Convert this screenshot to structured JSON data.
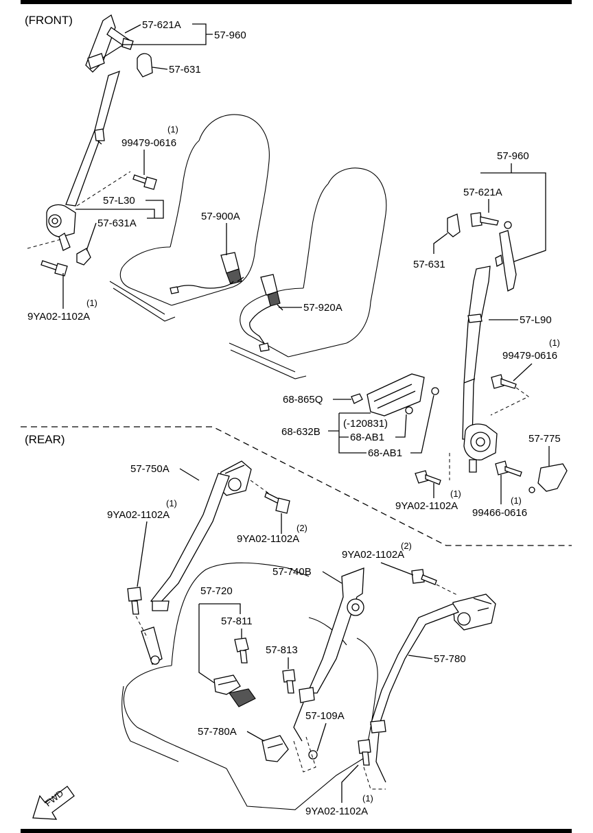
{
  "sections": {
    "front": "(FRONT)",
    "rear": "(REAR)"
  },
  "labels": {
    "f_621a_top": "57-621A",
    "f_960_top": "57-960",
    "f_631_top": "57-631",
    "f_99479_qty": "(1)",
    "f_99479": "99479-0616",
    "f_l30": "57-L30",
    "f_631a": "57-631A",
    "f_900a": "57-900A",
    "f_9ya_qty": "(1)",
    "f_9ya": "9YA02-1102A",
    "f_920a": "57-920A",
    "r_960": "57-960",
    "r_621a": "57-621A",
    "r_631": "57-631",
    "r_l90": "57-L90",
    "r_99479_qty": "(1)",
    "r_99479": "99479-0616",
    "c_865q": "68-865Q",
    "c_120831": "(-120831)",
    "c_632b": "68-632B",
    "c_ab1a": "68-AB1",
    "c_ab1b": "68-AB1",
    "r_775": "57-775",
    "r_9ya_qty": "(1)",
    "r_9ya": "9YA02-1102A",
    "r_99466_qty": "(1)",
    "r_99466": "99466-0616",
    "b_750a": "57-750A",
    "b_9ya1_qty": "(1)",
    "b_9ya1": "9YA02-1102A",
    "b_9ya2_qty": "(2)",
    "b_9ya2": "9YA02-1102A",
    "b_9ya3_qty": "(2)",
    "b_9ya3": "9YA02-1102A",
    "b_740b": "57-740B",
    "b_720": "57-720",
    "b_811": "57-811",
    "b_813": "57-813",
    "b_780": "57-780",
    "b_109a": "57-109A",
    "b_780a": "57-780A",
    "b_9ya4_qty": "(1)",
    "b_9ya4": "9YA02-1102A",
    "fwd": "FWD"
  }
}
